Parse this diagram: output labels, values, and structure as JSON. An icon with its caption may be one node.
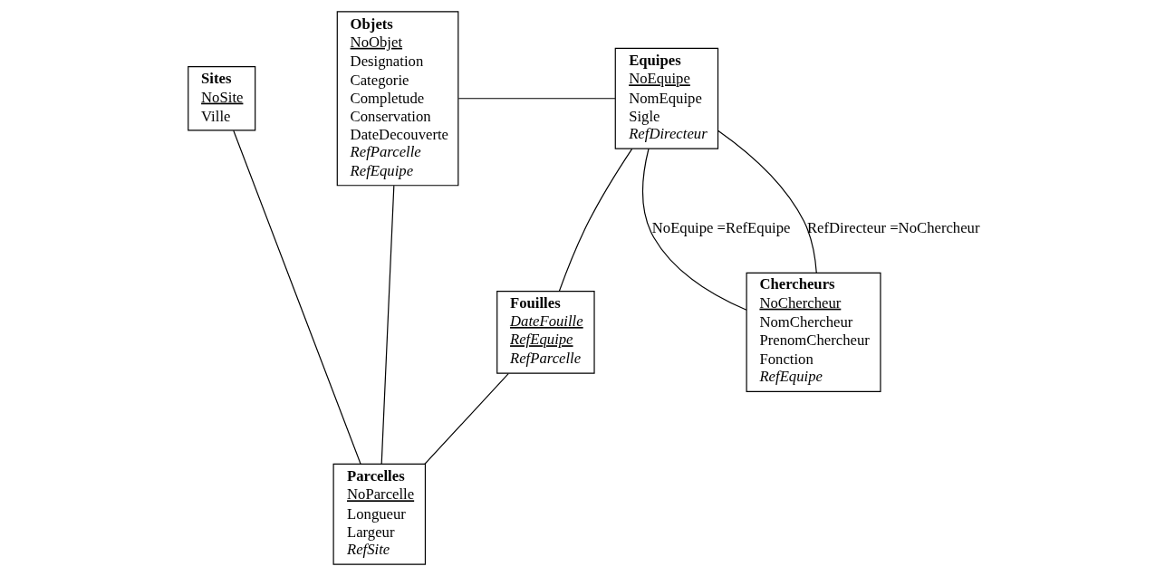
{
  "diagram": {
    "nodes": [
      {
        "text": [
          "Sites",
          "NoSite",
          "Ville"
        ]
      },
      {
        "text": [
          "Objets",
          "NoObjet",
          "Designation",
          "Categorie",
          "Completude",
          "Conservation",
          "DateDecouverte",
          "RefParcelle",
          "RefEquipe"
        ]
      },
      {
        "text": [
          "Equipes",
          "NoEquipe",
          "NomEquipe",
          "Sigle",
          "RefDirecteur"
        ]
      },
      {
        "text": [
          "Fouilles",
          "DateFouille",
          "RefEquipe",
          "RefParcelle"
        ]
      },
      {
        "text": [
          "Parcelles",
          "NoParcelle",
          "Longueur",
          "Largeur",
          "RefSite"
        ]
      },
      {
        "text": [
          "Chercheurs",
          "NoChercheur",
          "NomChercheur",
          "PrenomChercheur",
          "Fonction",
          "RefEquipe"
        ]
      }
    ],
    "edges": [
      {
        "from": 0,
        "to": 4,
        "arrow": "none"
      },
      {
        "from": 1,
        "to": 4,
        "arrow": "none"
      },
      {
        "from": 1,
        "to": 2,
        "arrow": "none"
      },
      {
        "from": 2,
        "to": 3,
        "arrow": "none"
      },
      {
        "from": 3,
        "to": 4,
        "arrow": "none"
      },
      {
        "from": 2,
        "to": 5,
        "label": "NoEquipe =RefEquipe",
        "arrow": "none"
      },
      {
        "from": 2,
        "to": 5,
        "label": "RefDirecteur =NoChercheur",
        "arrow": "none"
      }
    ]
  }
}
